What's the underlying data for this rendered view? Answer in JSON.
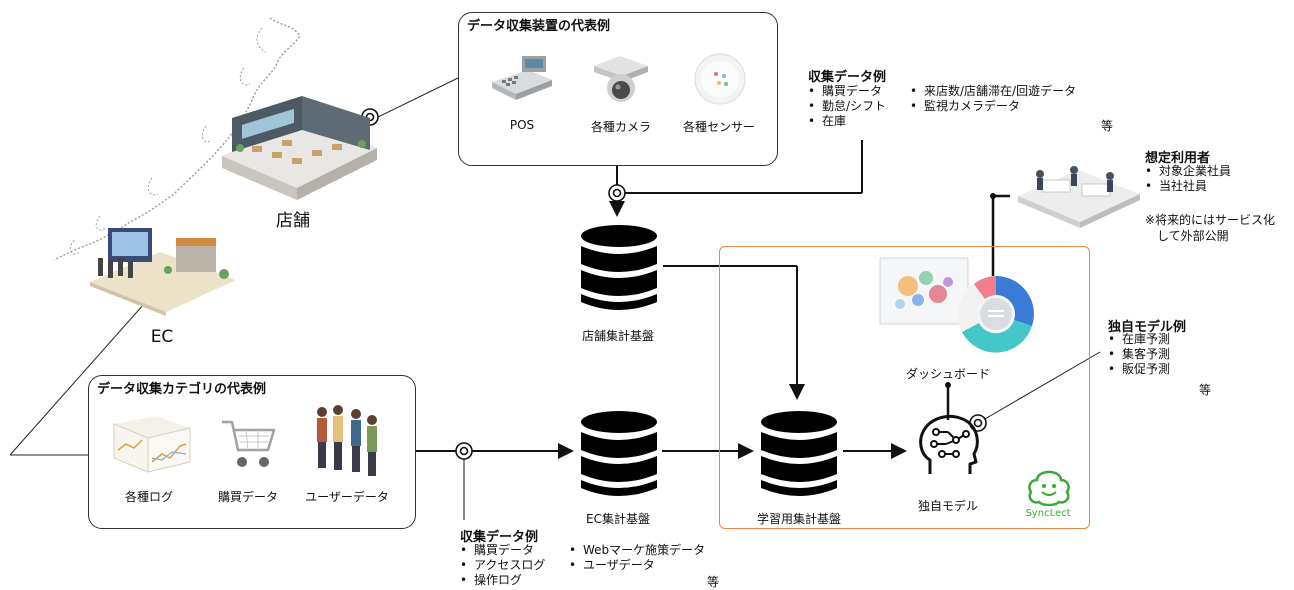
{
  "devices_box": {
    "title": "データ収集装置の代表例",
    "items": [
      {
        "label": "POS",
        "icon": "pos-register-icon"
      },
      {
        "label": "各種カメラ",
        "icon": "camera-icon"
      },
      {
        "label": "各種センサー",
        "icon": "sensor-icon"
      }
    ]
  },
  "store_collect": {
    "heading": "収集データ例",
    "col1": [
      "購買データ",
      "勤怠/シフト",
      "在庫"
    ],
    "col2": [
      "来店数/店舗滞在/回遊データ",
      "監視カメラデータ"
    ],
    "etc": "等"
  },
  "store_label": "店舗",
  "ec_label": "EC",
  "users": {
    "heading": "想定利用者",
    "items": [
      "対象企業社員",
      "当社社員"
    ],
    "note_line1": "※将来的にはサービス化",
    "note_line2": "して外部公開"
  },
  "store_db_label": "店舗集計基盤",
  "dashboard_label": "ダッシュボード",
  "models": {
    "heading": "独自モデル例",
    "items": [
      "在庫予測",
      "集客予測",
      "販促予測"
    ],
    "etc": "等"
  },
  "categories_box": {
    "title": "データ収集カテゴリの代表例",
    "items": [
      {
        "label": "各種ログ",
        "icon": "log-chart-icon"
      },
      {
        "label": "購買データ",
        "icon": "shopping-cart-icon"
      },
      {
        "label": "ユーザーデータ",
        "icon": "people-icon"
      }
    ]
  },
  "ec_db_label": "EC集計基盤",
  "learn_db_label": "学習用集計基盤",
  "model_label": "独自モデル",
  "logo_text": "SyncLect",
  "ec_collect": {
    "heading": "収集データ例",
    "col1": [
      "購買データ",
      "アクセスログ",
      "操作ログ"
    ],
    "col2": [
      "Webマーケ施策データ",
      "ユーザデータ"
    ],
    "etc": "等"
  },
  "colors": {
    "orange_frame": "#e8874a",
    "logo_green": "#3aa935",
    "donut_blue": "#3a7bd5",
    "donut_teal": "#45c6c9",
    "donut_pink": "#f07e8c"
  }
}
